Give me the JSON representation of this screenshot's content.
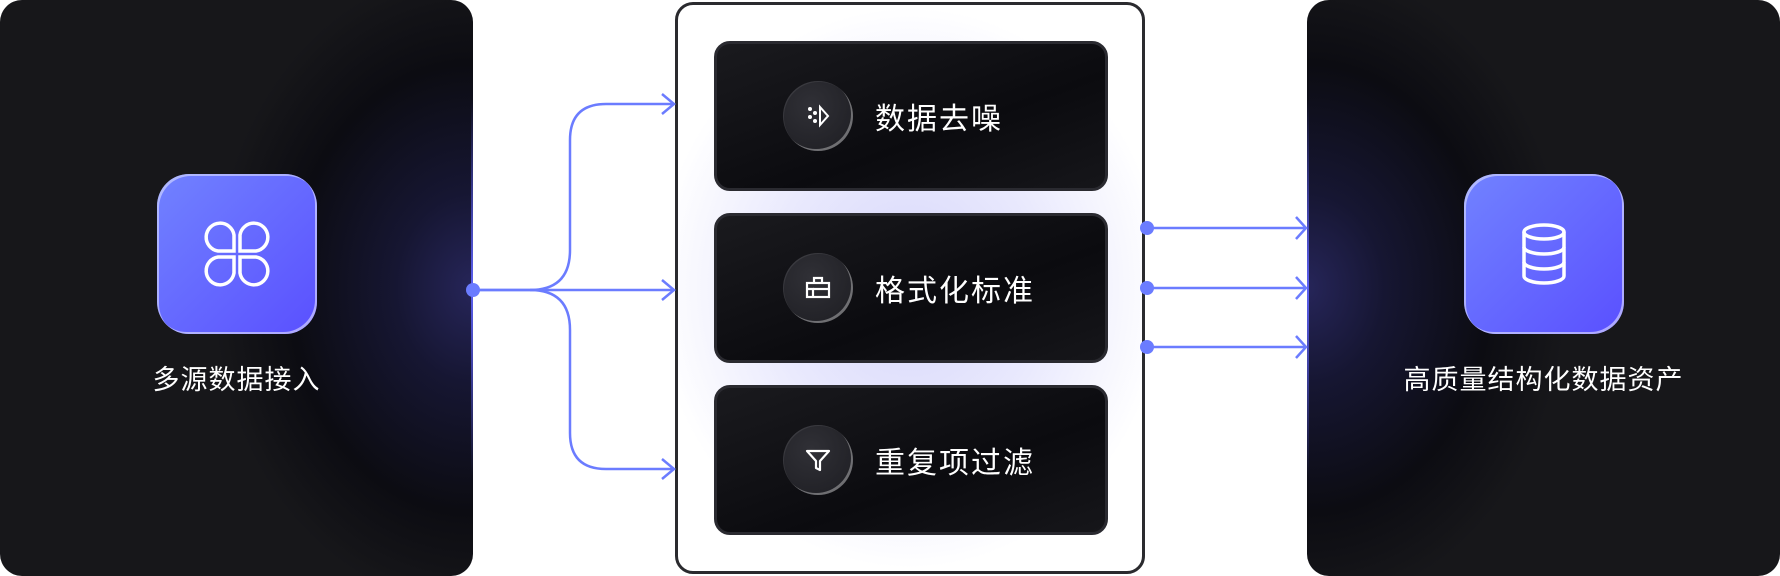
{
  "source": {
    "label": "多源数据接入",
    "icon": "four-petal-apps-icon"
  },
  "steps": [
    {
      "label": "数据去噪",
      "icon": "denoise-icon"
    },
    {
      "label": "格式化标准",
      "icon": "format-toolbox-icon"
    },
    {
      "label": "重复项过滤",
      "icon": "filter-funnel-icon"
    }
  ],
  "output": {
    "label": "高质量结构化数据资产",
    "icon": "database-icon"
  },
  "colors": {
    "accent": "#6b7cff",
    "tile_start": "#7182ff",
    "tile_end": "#5a50ff",
    "panel": "#151518"
  }
}
